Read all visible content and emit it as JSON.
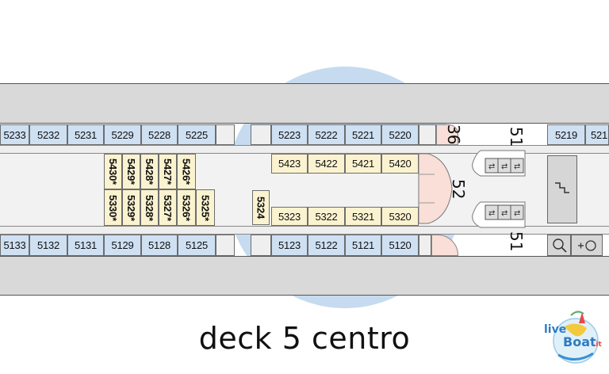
{
  "colors": {
    "cabin_outside": "#cfe0f3",
    "cabin_inside": "#fbf3d0",
    "hull_band": "#d9d9d9",
    "corridor": "#eeeeee",
    "ellipse": "#c6dbef"
  },
  "cabins": {
    "upper_outside": [
      "5233",
      "5232",
      "5231",
      "5229",
      "5228",
      "5225",
      "5223",
      "5222",
      "5221",
      "5220",
      "5219",
      "521"
    ],
    "upper_inside": [
      "5423",
      "5422",
      "5421",
      "5420"
    ],
    "lower_inside": [
      "5323",
      "5322",
      "5321",
      "5320"
    ],
    "lower_outside": [
      "5133",
      "5132",
      "5131",
      "5129",
      "5128",
      "5125",
      "5123",
      "5122",
      "5121",
      "5120"
    ],
    "vertical_upper": [
      "5430*",
      "5429*",
      "5428*",
      "5427*",
      "5426*"
    ],
    "vertical_lower": [
      "5330*",
      "5329*",
      "5328*",
      "5327*",
      "5326*",
      "5325*"
    ],
    "vertical_single": "5324"
  },
  "stairs": {
    "s36": "36",
    "s51_top": "51",
    "s52": "52",
    "s51_bottom": "51"
  },
  "icons": [
    "stairs-icon",
    "search-icon",
    "plus-circle-icon",
    "elevator-icon"
  ],
  "title": "deck 5 centro",
  "logo": {
    "live": "live",
    "boat": "Boat",
    "tld": ".it"
  }
}
